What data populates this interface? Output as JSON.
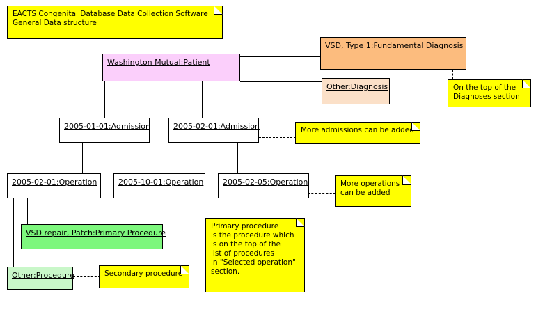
{
  "diagram": {
    "title_note": {
      "text": "EACTS Congenital Database Data Collection Software\nGeneral Data structure"
    },
    "objects": {
      "patient": {
        "label": "Washington Mutual:Patient",
        "color": "#fbcffb"
      },
      "fundamental_diagnosis": {
        "label": "VSD, Type 1:Fundamental Diagnosis",
        "color": "#fcbc7e"
      },
      "other_diagnosis": {
        "label": "Other:Diagnosis",
        "color": "#fbe0c8"
      },
      "admission_1": {
        "label": "2005-01-01:Admission",
        "color": "#ffffff"
      },
      "admission_2": {
        "label": "2005-02-01:Admission",
        "color": "#ffffff"
      },
      "operation_1": {
        "label": "2005-02-01:Operation",
        "color": "#ffffff"
      },
      "operation_2": {
        "label": "2005-10-01:Operation",
        "color": "#ffffff"
      },
      "operation_3": {
        "label": "2005-02-05:Operation",
        "color": "#ffffff"
      },
      "primary_procedure": {
        "label": "VSD repair, Patch:Primary Procedure",
        "color": "#7df77d"
      },
      "other_procedure": {
        "label": "Other:Procedure",
        "color": "#c9f7c9"
      }
    },
    "notes": {
      "diagnoses_section": {
        "text": "On the top of the\nDiagnoses section"
      },
      "more_admissions": {
        "text": "More admissions can be added"
      },
      "more_operations": {
        "text": "More operations\ncan be added"
      },
      "primary_procedure_note": {
        "text": "Primary procedure\nis the procedure which\nis on the top of the\nlist of procedures\nin \"Selected operation\"\nsection."
      },
      "secondary_procedure": {
        "text": "Secondary procedure"
      }
    },
    "palette": {
      "note_fill": "#ffff00",
      "line": "#000000",
      "background": "#ffffff"
    }
  }
}
